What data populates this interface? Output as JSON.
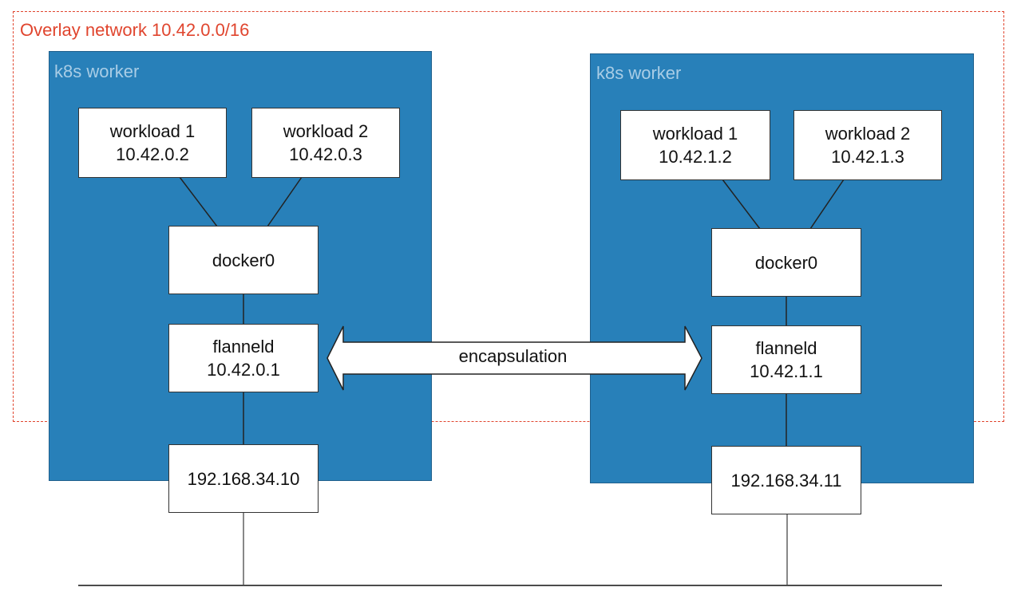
{
  "overlay": {
    "label": "Overlay network 10.42.0.0/16",
    "color": "#e0452e"
  },
  "workers": [
    {
      "label": "k8s worker",
      "workloads": [
        {
          "name": "workload 1",
          "ip": "10.42.0.2"
        },
        {
          "name": "workload 2",
          "ip": "10.42.0.3"
        }
      ],
      "bridge": "docker0",
      "flannel": {
        "name": "flanneld",
        "ip": "10.42.0.1"
      },
      "host_ip": "192.168.34.10"
    },
    {
      "label": "k8s worker",
      "workloads": [
        {
          "name": "workload 1",
          "ip": "10.42.1.2"
        },
        {
          "name": "workload 2",
          "ip": "10.42.1.3"
        }
      ],
      "bridge": "docker0",
      "flannel": {
        "name": "flanneld",
        "ip": "10.42.1.1"
      },
      "host_ip": "192.168.34.11"
    }
  ],
  "link": {
    "label": "encapsulation"
  },
  "colors": {
    "worker_fill": "#2880b9",
    "worker_label": "#a9cde6"
  }
}
